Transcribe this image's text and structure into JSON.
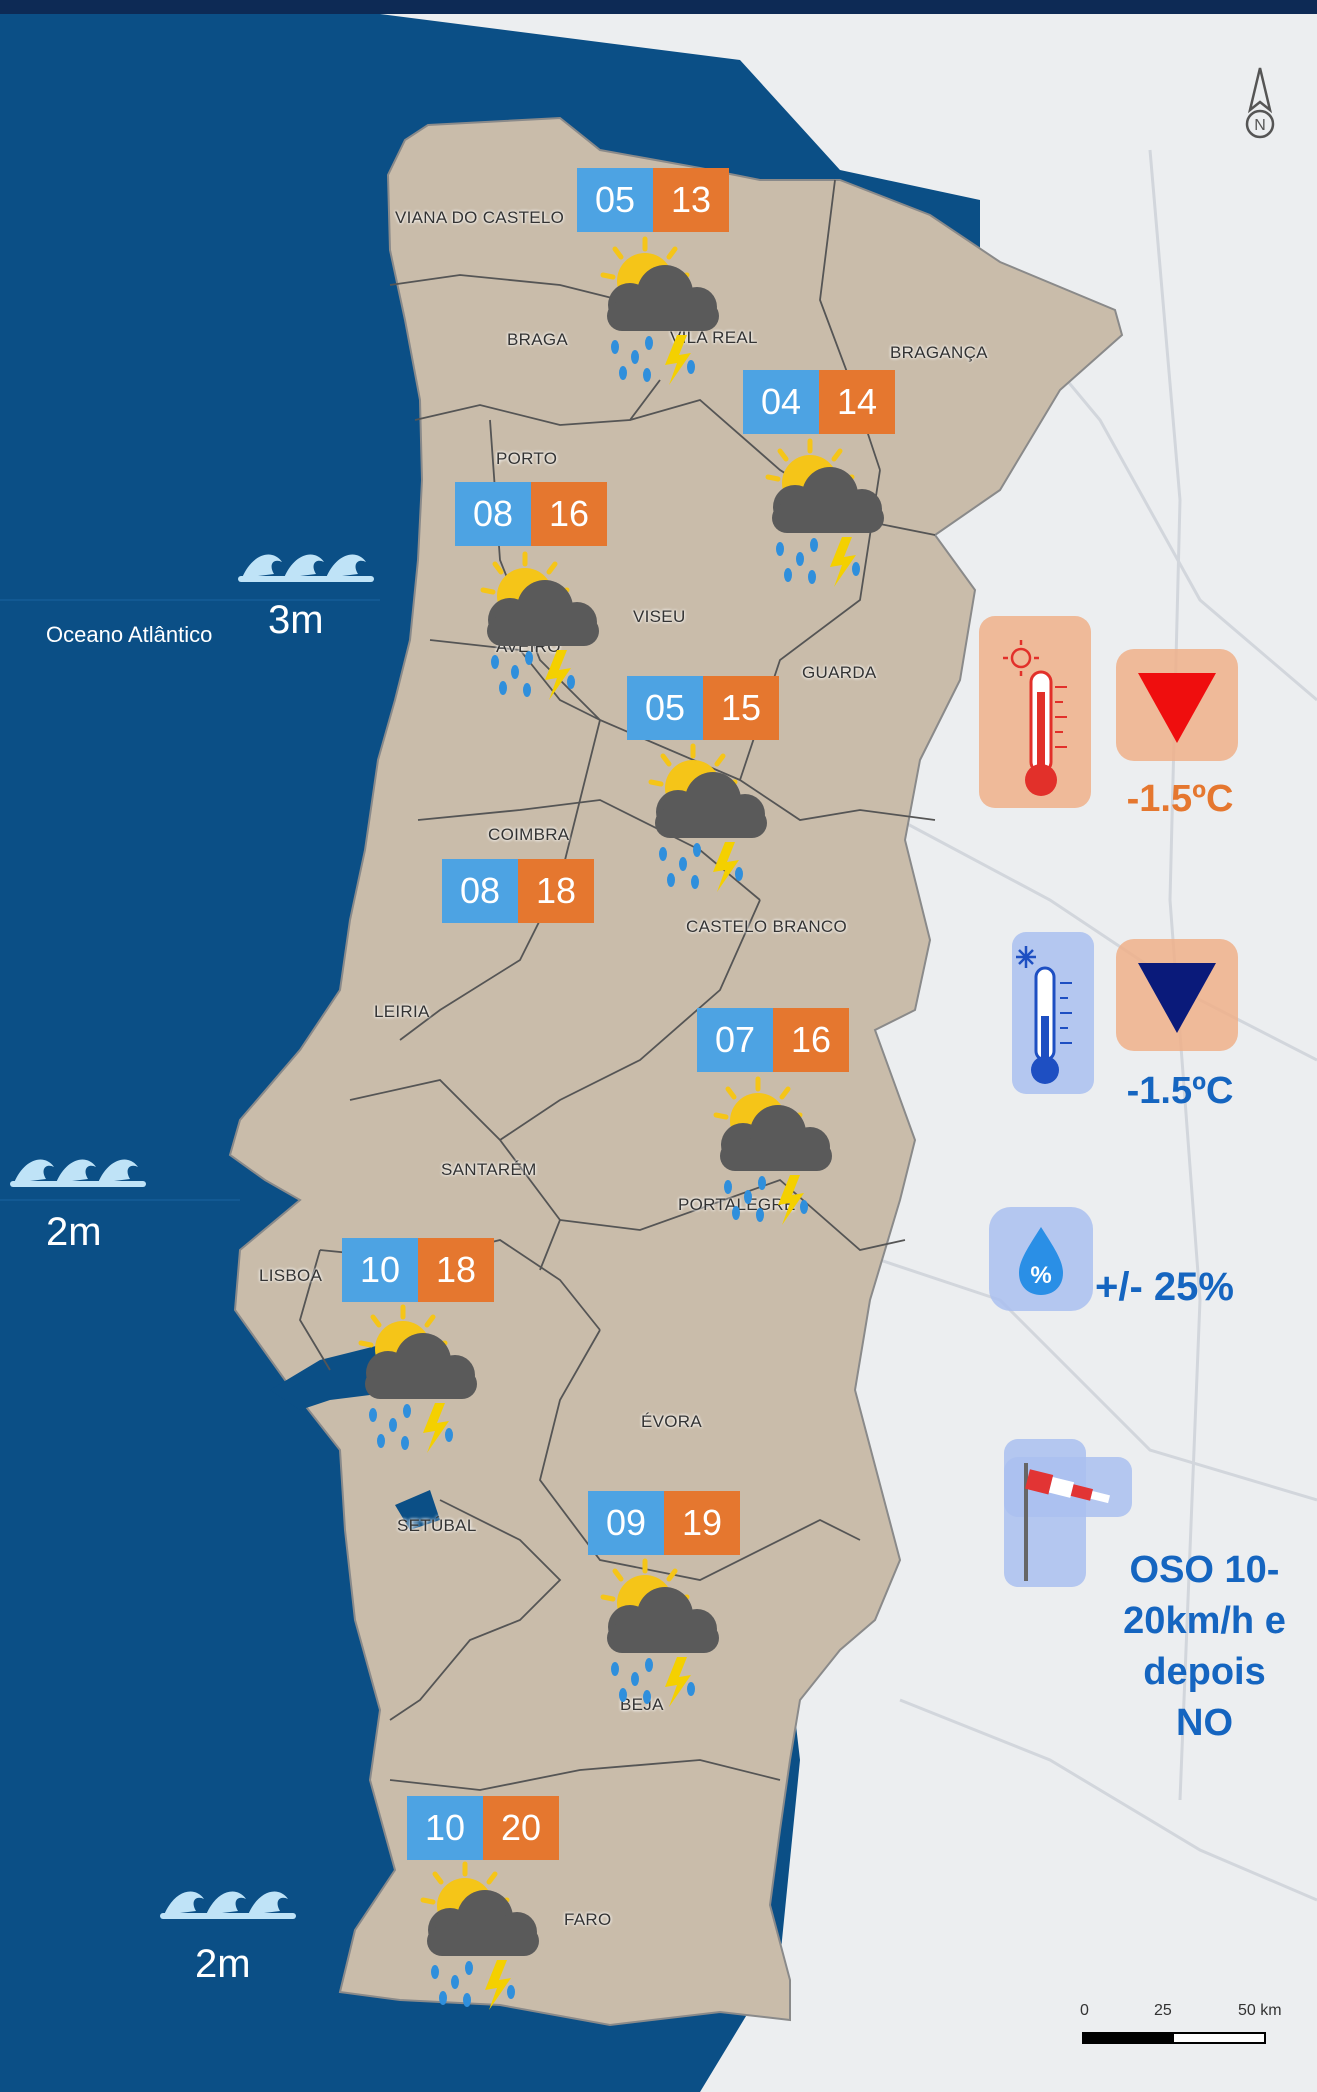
{
  "colors": {
    "ocean": "#0b4f86",
    "land_portugal": "#c9bcaa",
    "land_spain": "#eceef0",
    "temp_min_bg": "#4da3e3",
    "temp_max_bg": "#e5772f",
    "orange_text": "#e5772f",
    "blue_text": "#1565c0"
  },
  "map": {
    "ocean_label": "Oceano Atlântico",
    "north_label": "N",
    "districts": [
      "VIANA DO CASTELO",
      "BRAGA",
      "VILA REAL",
      "BRAGANÇA",
      "PORTO",
      "VISEU",
      "AVEIRO",
      "GUARDA",
      "COIMBRA",
      "CASTELO BRANCO",
      "LEIRIA",
      "SANTARÉM",
      "PORTALEGRE",
      "LISBOA",
      "ÉVORA",
      "SETÚBAL",
      "BEJA",
      "FARO"
    ],
    "scale": {
      "labels": [
        "0",
        "25",
        "50 km"
      ]
    }
  },
  "waves": [
    {
      "height": "3m",
      "icon": "waves-icon"
    },
    {
      "height": "2m",
      "icon": "waves-icon"
    },
    {
      "height": "2m",
      "icon": "waves-icon"
    }
  ],
  "forecasts": [
    {
      "city": "Viana do Castelo",
      "min": "05",
      "max": "13",
      "icon": "partly-cloudy-rain-thunder-icon"
    },
    {
      "city": "Vila Real",
      "min": "04",
      "max": "14",
      "icon": "partly-cloudy-rain-thunder-icon"
    },
    {
      "city": "Porto",
      "min": "08",
      "max": "16",
      "icon": "partly-cloudy-rain-thunder-icon"
    },
    {
      "city": "Viseu",
      "min": "05",
      "max": "15",
      "icon": "partly-cloudy-rain-thunder-icon"
    },
    {
      "city": "Coimbra",
      "min": "08",
      "max": "18",
      "icon": ""
    },
    {
      "city": "Castelo Branco",
      "min": "07",
      "max": "16",
      "icon": "partly-cloudy-rain-thunder-icon"
    },
    {
      "city": "Lisboa",
      "min": "10",
      "max": "18",
      "icon": "partly-cloudy-rain-thunder-icon"
    },
    {
      "city": "Évora",
      "min": "09",
      "max": "19",
      "icon": "partly-cloudy-rain-thunder-icon"
    },
    {
      "city": "Faro",
      "min": "10",
      "max": "20",
      "icon": "partly-cloudy-rain-thunder-icon"
    }
  ],
  "trends": {
    "max_temp": {
      "icon": "thermometer-hot-icon",
      "arrow": "down-triangle-red-icon",
      "value": "-1.5ºC"
    },
    "min_temp": {
      "icon": "thermometer-cold-icon",
      "arrow": "down-triangle-blue-icon",
      "value": "-1.5ºC"
    },
    "humidity": {
      "icon": "humidity-drop-icon",
      "symbol": "%",
      "value": "+/- 25%"
    },
    "wind": {
      "icon": "windsock-icon",
      "lines": [
        "OSO 10-",
        "20km/h e",
        "depois",
        "NO"
      ]
    }
  }
}
